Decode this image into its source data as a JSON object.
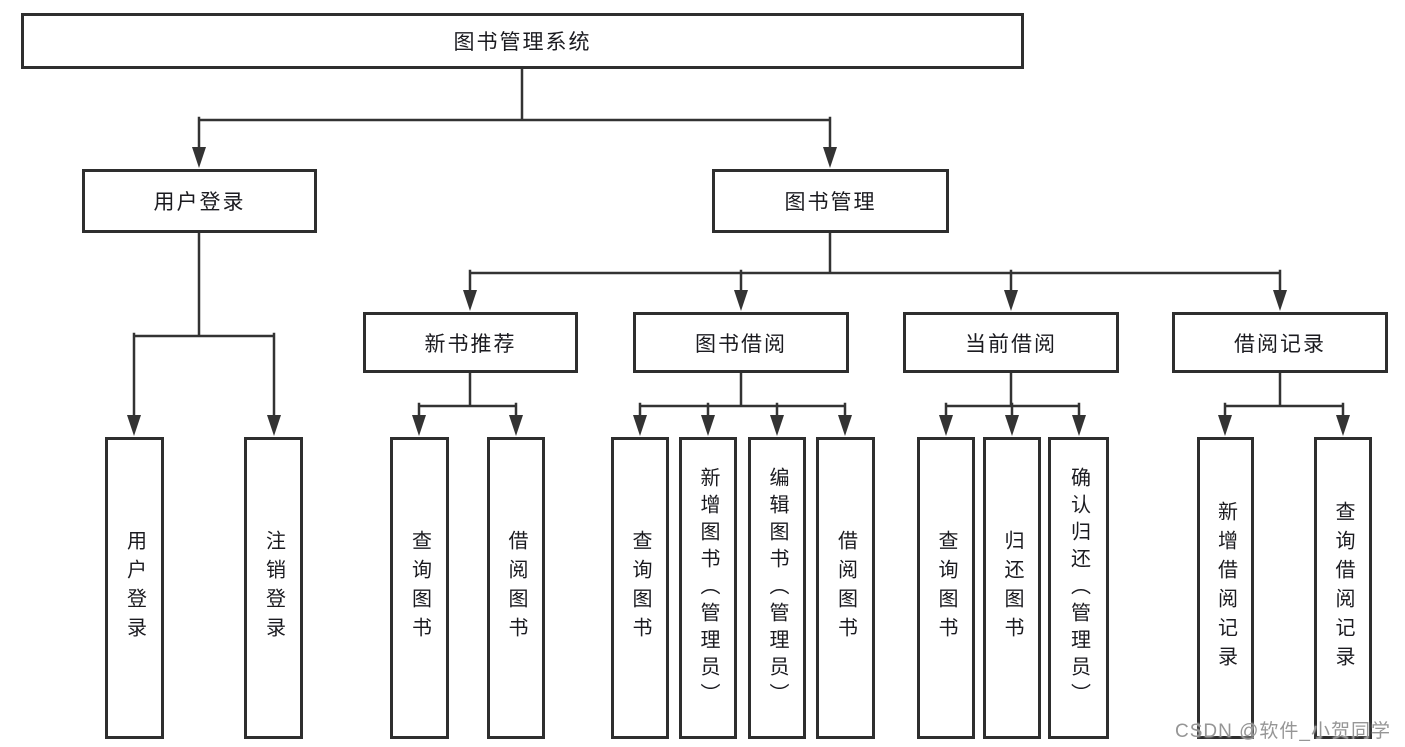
{
  "watermark": "CSDN @软件_小贺同学",
  "colors": {
    "box_border": "#2e2e2e",
    "connector_line": "#333333",
    "text": "#1b1b20",
    "watermark_text": "#969696",
    "background": "#ffffff"
  },
  "tree": {
    "root": {
      "label": "图书管理系统"
    },
    "branches": [
      {
        "label": "用户登录",
        "children": [
          {
            "label": "用户登录"
          },
          {
            "label": "注销登录"
          }
        ]
      },
      {
        "label": "图书管理",
        "children": [
          {
            "label": "新书推荐",
            "children": [
              {
                "label": "查询图书"
              },
              {
                "label": "借阅图书"
              }
            ]
          },
          {
            "label": "图书借阅",
            "children": [
              {
                "label": "查询图书"
              },
              {
                "label": "新增图书（管理员）"
              },
              {
                "label": "编辑图书（管理员）"
              },
              {
                "label": "借阅图书"
              }
            ]
          },
          {
            "label": "当前借阅",
            "children": [
              {
                "label": "查询图书"
              },
              {
                "label": "归还图书"
              },
              {
                "label": "确认归还（管理员）"
              }
            ]
          },
          {
            "label": "借阅记录",
            "children": [
              {
                "label": "新增借阅记录"
              },
              {
                "label": "查询借阅记录"
              }
            ]
          }
        ]
      }
    ]
  }
}
